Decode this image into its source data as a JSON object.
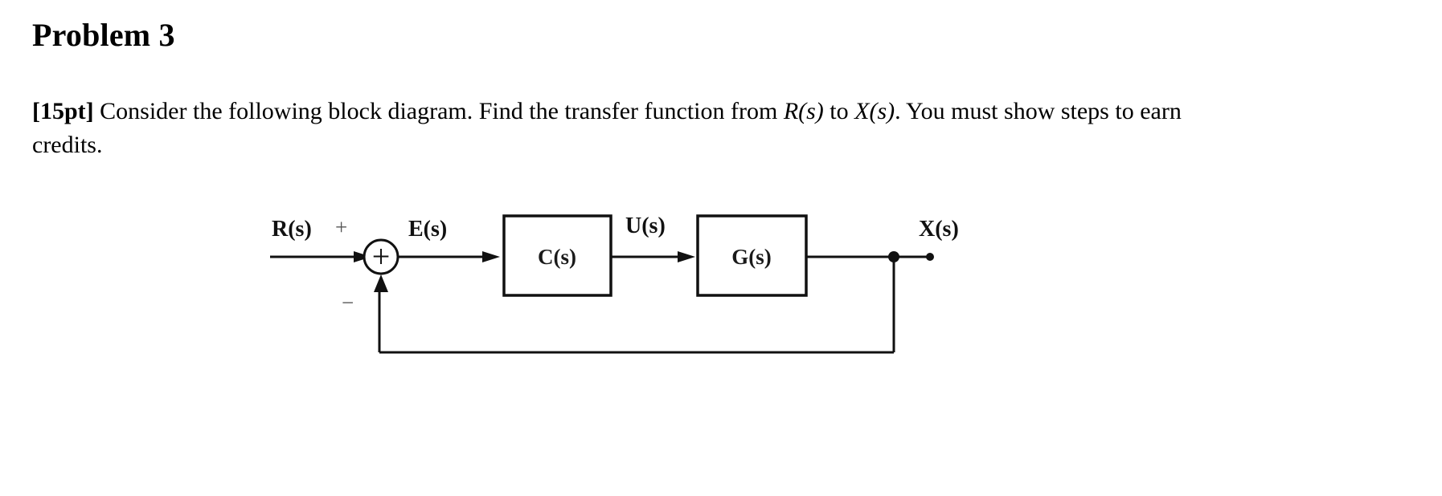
{
  "heading": {
    "title": "Problem 3"
  },
  "prompt": {
    "points_tag": "[15pt]",
    "text_part_1": " Consider the following block diagram. Find the transfer function from ",
    "math_1": "R(s)",
    "text_part_2": " to ",
    "math_2": "X(s)",
    "text_part_3": ". You must show steps to earn credits."
  },
  "diagram": {
    "title": "closed-loop block diagram",
    "input_label": "R(s)",
    "plus_sign": "+",
    "minus_sign": "−",
    "error_label": "E(s)",
    "controller_label": "C(s)",
    "control_signal_label": "U(s)",
    "plant_label": "G(s)",
    "output_label": "X(s)",
    "summing_junction_symbol": "+",
    "colors": {
      "line": "#111111",
      "box_fill": "#ffffff",
      "text": "#000000",
      "sign_text": "#555555"
    }
  }
}
